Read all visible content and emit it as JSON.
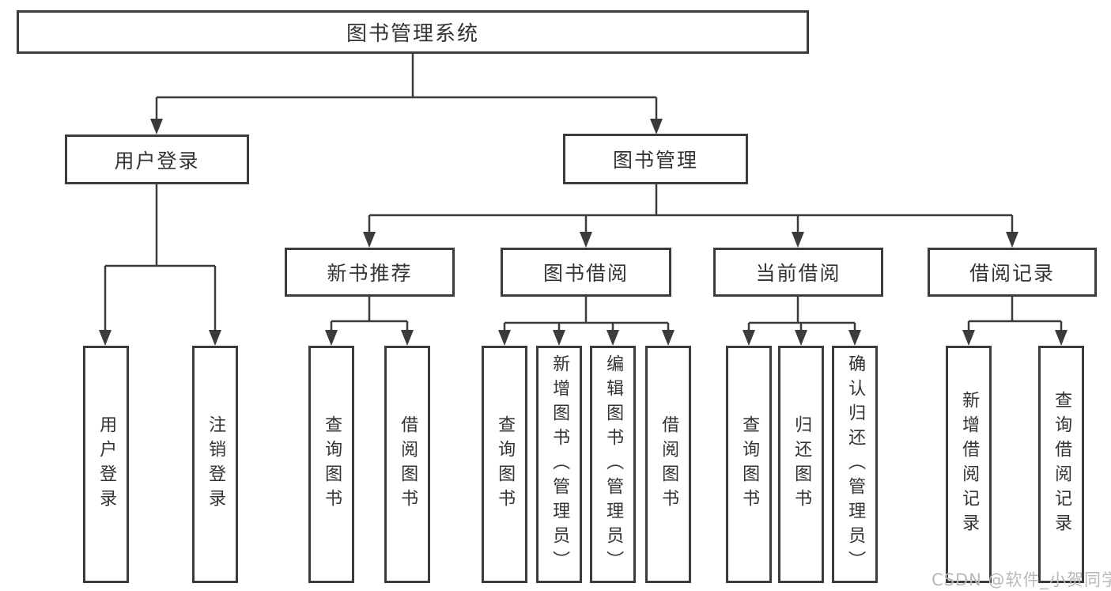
{
  "diagram": {
    "root": "图书管理系统",
    "level2": [
      "用户登录",
      "图书管理"
    ],
    "level3": [
      "新书推荐",
      "图书借阅",
      "当前借阅",
      "借阅记录"
    ],
    "leaves": [
      "用户登录",
      "注销登录",
      "查询图书",
      "借阅图书",
      "查询图书",
      "新增图书（管理员）",
      "编辑图书（管理员）",
      "借阅图书",
      "查询图书",
      "归还图书",
      "确认归还（管理员）",
      "新增借阅记录",
      "查询借阅记录"
    ]
  },
  "colors": {
    "line": "#3b3b3b",
    "text": "#333333",
    "watermark": "#b9b9b9"
  },
  "watermark": "CSDN @软件_小贺同学"
}
